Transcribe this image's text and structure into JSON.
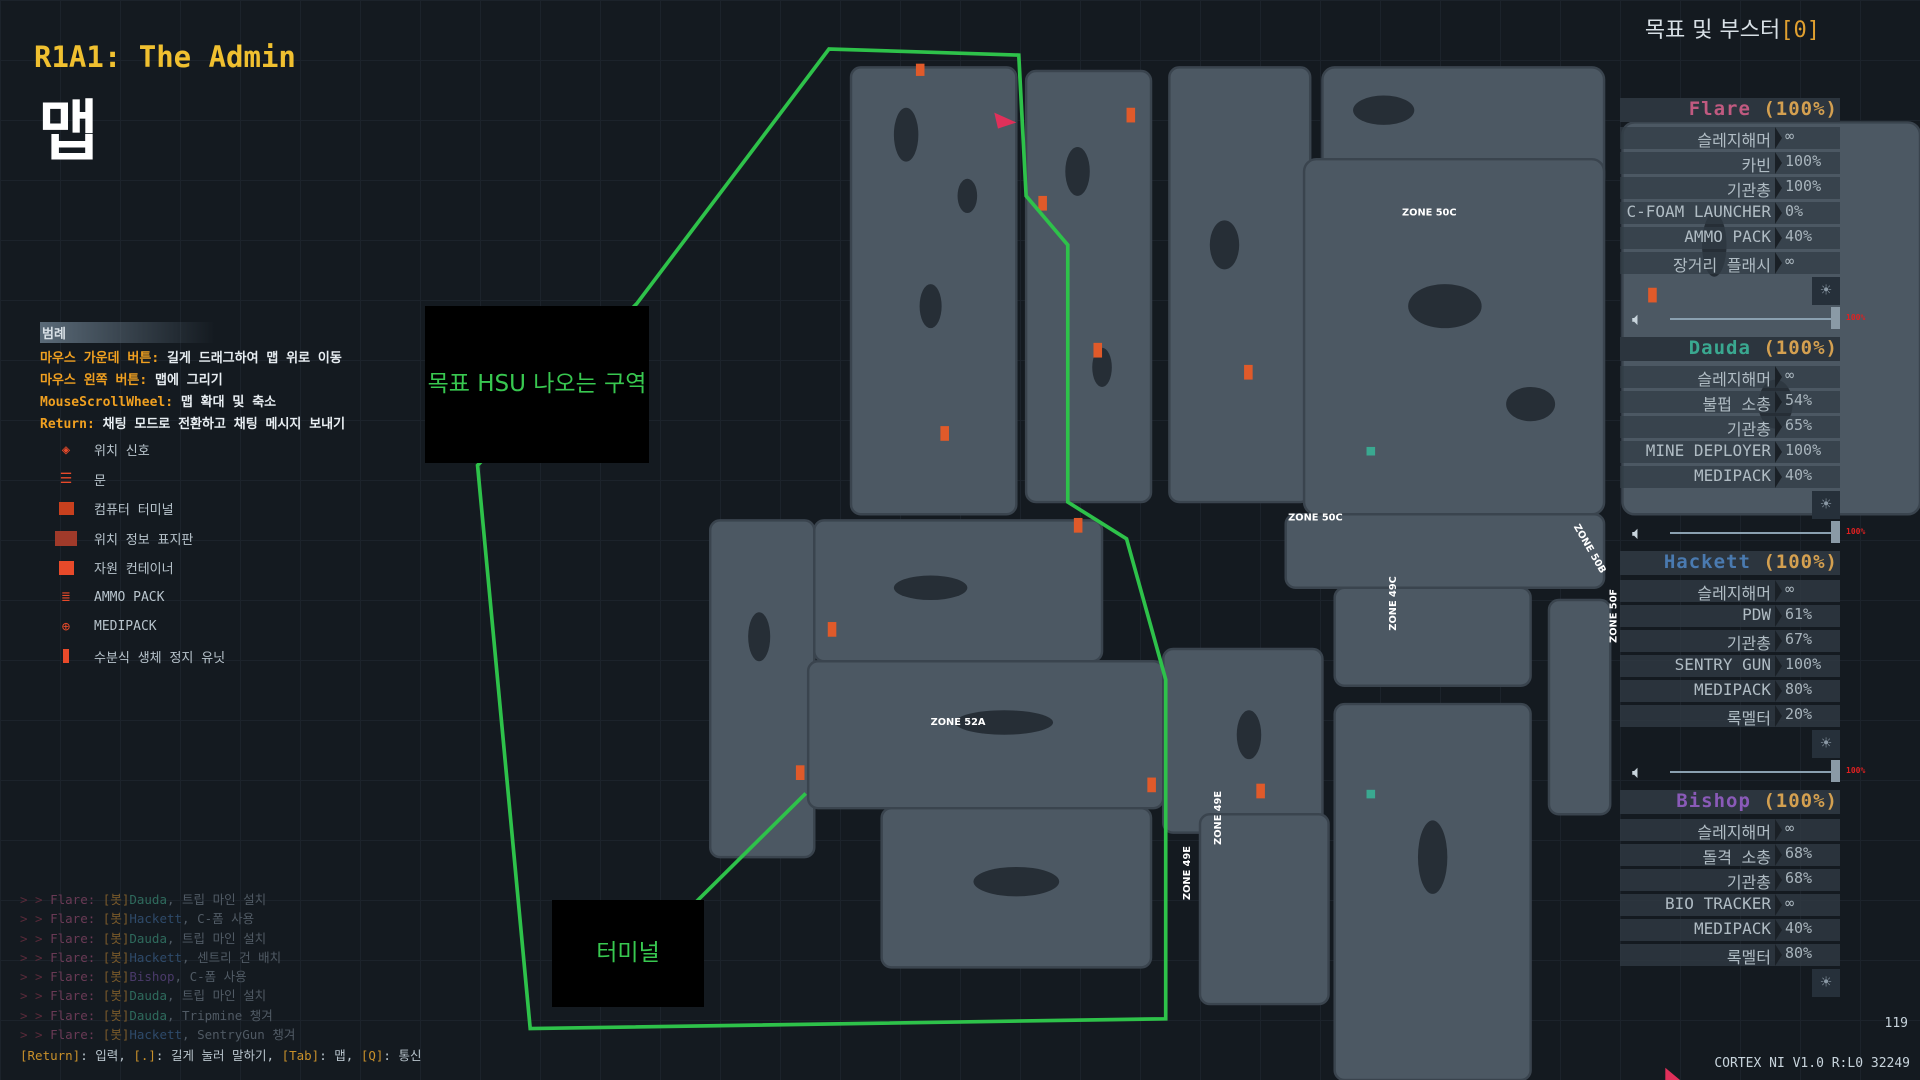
{
  "title": "R1A1: The Admin",
  "map_label": "맵",
  "legend": {
    "header": "범례",
    "controls": [
      {
        "key": "마우스 가운데 버튼:",
        "text": "길게 드래그하여 맵 위로 이동"
      },
      {
        "key": "마우스 왼쪽 버튼:",
        "text": "맵에 그리기"
      },
      {
        "key": "MouseScrollWheel:",
        "text": "맵 확대 및 축소"
      },
      {
        "key": "Return:",
        "text": "채팅 모드로 전환하고 채팅 메시지 보내기"
      }
    ],
    "items": [
      {
        "icon": "ping-diamond-icon",
        "label": "위치 신호"
      },
      {
        "icon": "door-icon",
        "label": "문"
      },
      {
        "icon": "terminal-icon",
        "label": "컴퓨터 터미널"
      },
      {
        "icon": "zone-sign-icon",
        "label": "위치 정보 표지판"
      },
      {
        "icon": "resource-container-icon",
        "label": "자원 컨테이너"
      },
      {
        "icon": "ammo-pack-icon",
        "label": "AMMO PACK"
      },
      {
        "icon": "medipack-icon",
        "label": "MEDIPACK"
      },
      {
        "icon": "bio-stasis-unit-icon",
        "label": "수분식 생체 정지 유닛"
      }
    ]
  },
  "annotations": {
    "hsu_zone": "목표 HSU 나오는 구역",
    "terminal": "터미널"
  },
  "zones": [
    "ZONE 50C",
    "ZONE 52A",
    "ZONE 50C",
    "ZONE 50B",
    "ZONE 49C",
    "ZONE 49E",
    "ZONE 50F",
    "ZONE 49E"
  ],
  "chat": {
    "lines": [
      {
        "prompt": "> >",
        "sender": "Flare:",
        "tag": "[봇]",
        "bot": "Dauda",
        "msg": ", 트립 마인 설치"
      },
      {
        "prompt": "> >",
        "sender": "Flare:",
        "tag": "[봇]",
        "bot": "Hackett",
        "msg": ", C-폼 사용"
      },
      {
        "prompt": "> >",
        "sender": "Flare:",
        "tag": "[봇]",
        "bot": "Dauda",
        "msg": ", 트립 마인 설치"
      },
      {
        "prompt": "> >",
        "sender": "Flare:",
        "tag": "[봇]",
        "bot": "Hackett",
        "msg": ", 센트리 건 배치"
      },
      {
        "prompt": "> >",
        "sender": "Flare:",
        "tag": "[봇]",
        "bot": "Bishop",
        "msg": ", C-폼 사용"
      },
      {
        "prompt": "> >",
        "sender": "Flare:",
        "tag": "[봇]",
        "bot": "Dauda",
        "msg": ", 트립 마인 설치"
      },
      {
        "prompt": "> >",
        "sender": "Flare:",
        "tag": "[봇]",
        "bot": "Dauda",
        "msg": ", Tripmine 챙겨"
      },
      {
        "prompt": "> >",
        "sender": "Flare:",
        "tag": "[봇]",
        "bot": "Hackett",
        "msg": ", SentryGun 챙겨"
      }
    ],
    "footer": [
      {
        "k": "[Return]",
        "t": ": 입력, "
      },
      {
        "k": "[.]",
        "t": ": 길게 눌러 말하기, "
      },
      {
        "k": "[Tab]",
        "t": ": 맵, "
      },
      {
        "k": "[Q]",
        "t": ": 통신"
      }
    ]
  },
  "objectives": {
    "label": "목표 및 부스터",
    "count": "[0]"
  },
  "players": [
    {
      "name": "Flare",
      "health": "(100%)",
      "color": "#c05a80",
      "volume": "100%",
      "items": [
        [
          "슬레지해머",
          "∞"
        ],
        [
          "카빈",
          "100%"
        ],
        [
          "기관총",
          "100%"
        ],
        [
          "C-FOAM LAUNCHER",
          "0%"
        ],
        [
          "AMMO PACK",
          "40%"
        ],
        [
          "장거리 플래시",
          "∞"
        ]
      ]
    },
    {
      "name": "Dauda",
      "health": "(100%)",
      "color": "#3aa890",
      "volume": "100%",
      "items": [
        [
          "슬레지해머",
          "∞"
        ],
        [
          "불펍 소총",
          "54%"
        ],
        [
          "기관총",
          "65%"
        ],
        [
          "MINE DEPLOYER",
          "100%"
        ],
        [
          "MEDIPACK",
          "40%"
        ]
      ]
    },
    {
      "name": "Hackett",
      "health": "(100%)",
      "color": "#4a7ab0",
      "volume": "100%",
      "items": [
        [
          "슬레지해머",
          "∞"
        ],
        [
          "PDW",
          "61%"
        ],
        [
          "기관총",
          "67%"
        ],
        [
          "SENTRY GUN",
          "100%"
        ],
        [
          "MEDIPACK",
          "80%"
        ],
        [
          "록멜터",
          "20%"
        ]
      ]
    },
    {
      "name": "Bishop",
      "health": "(100%)",
      "color": "#8a5ab8",
      "items": [
        [
          "슬레지해머",
          "∞"
        ],
        [
          "돌격 소총",
          "68%"
        ],
        [
          "기관총",
          "68%"
        ],
        [
          "BIO TRACKER",
          "∞"
        ],
        [
          "MEDIPACK",
          "40%"
        ],
        [
          "록멜터",
          "80%"
        ]
      ]
    }
  ],
  "counter": "119",
  "version": "CORTEX NI V1.0 R:L0 32249",
  "colors": {
    "annotation_green": "#2ec24a",
    "accent_orange": "#e0a030"
  }
}
